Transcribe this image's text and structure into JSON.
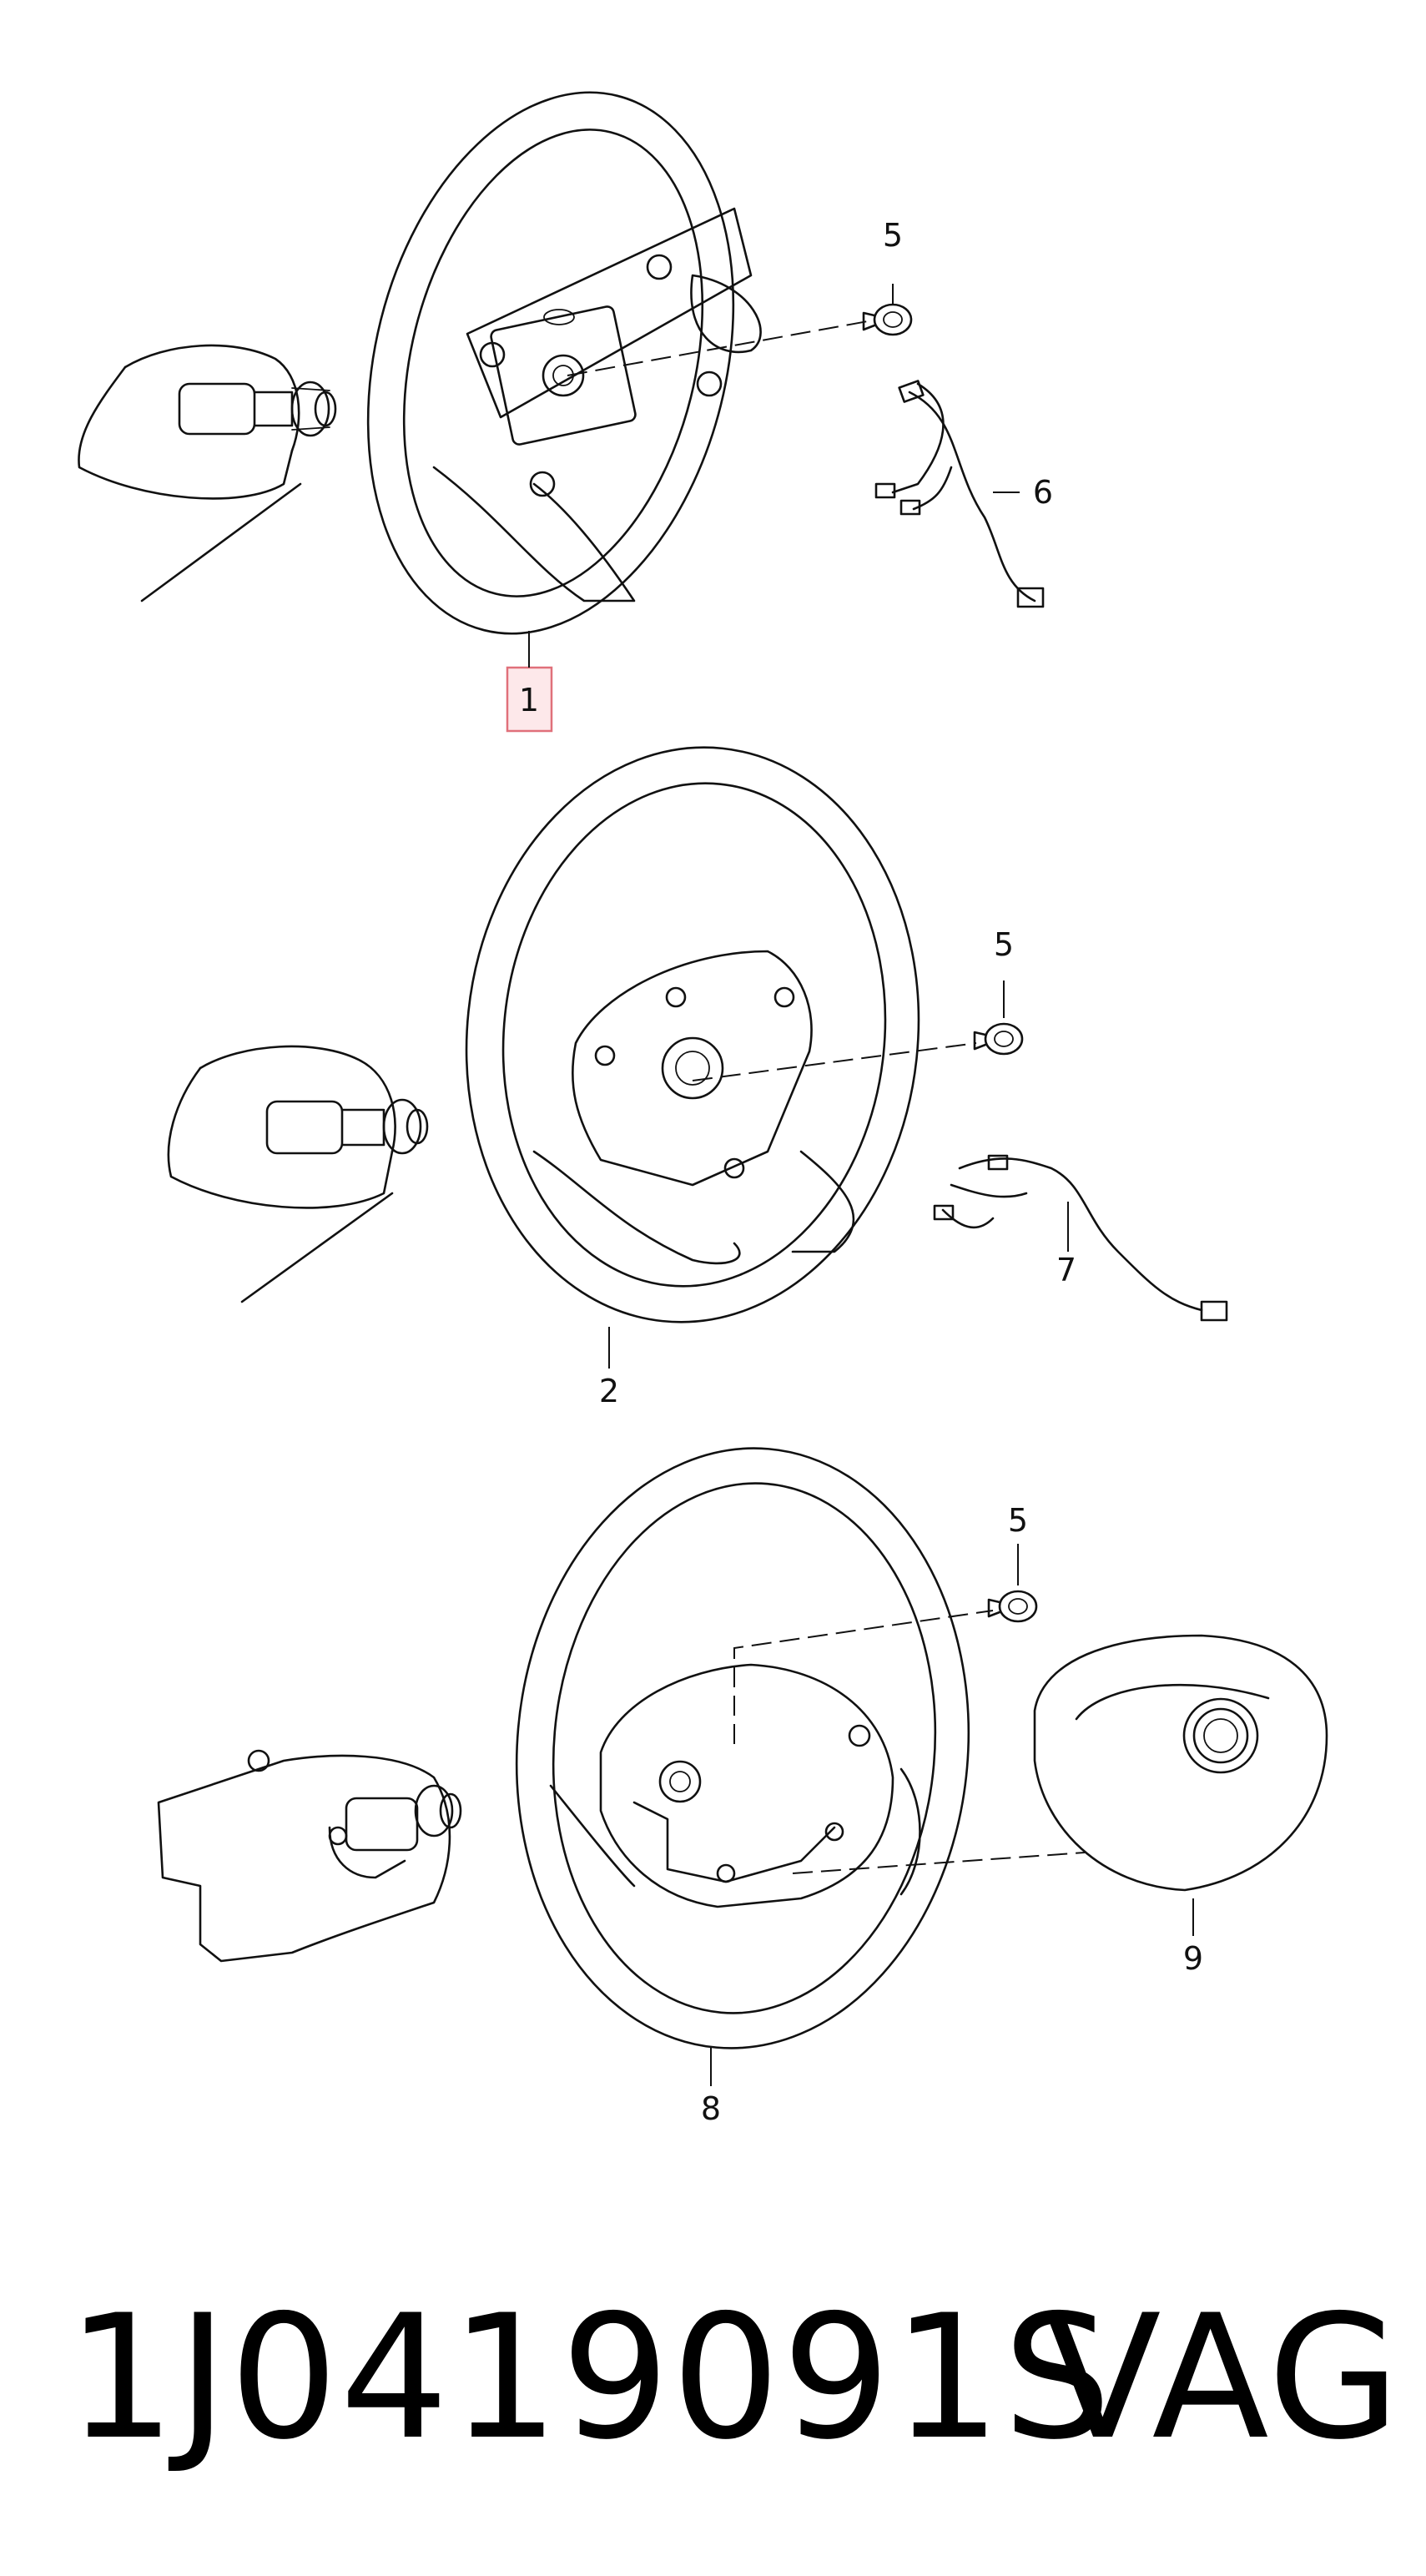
{
  "callouts": {
    "c1": "1",
    "c2": "2",
    "c5a": "5",
    "c5b": "5",
    "c5c": "5",
    "c6": "6",
    "c7": "7",
    "c8": "8",
    "c9": "9"
  },
  "footer": {
    "part_number": "1J0419091S",
    "brand": "VAG"
  },
  "colors": {
    "line": "#111111",
    "highlight_border": "#e0707a",
    "highlight_fill": "#fde8ea"
  }
}
